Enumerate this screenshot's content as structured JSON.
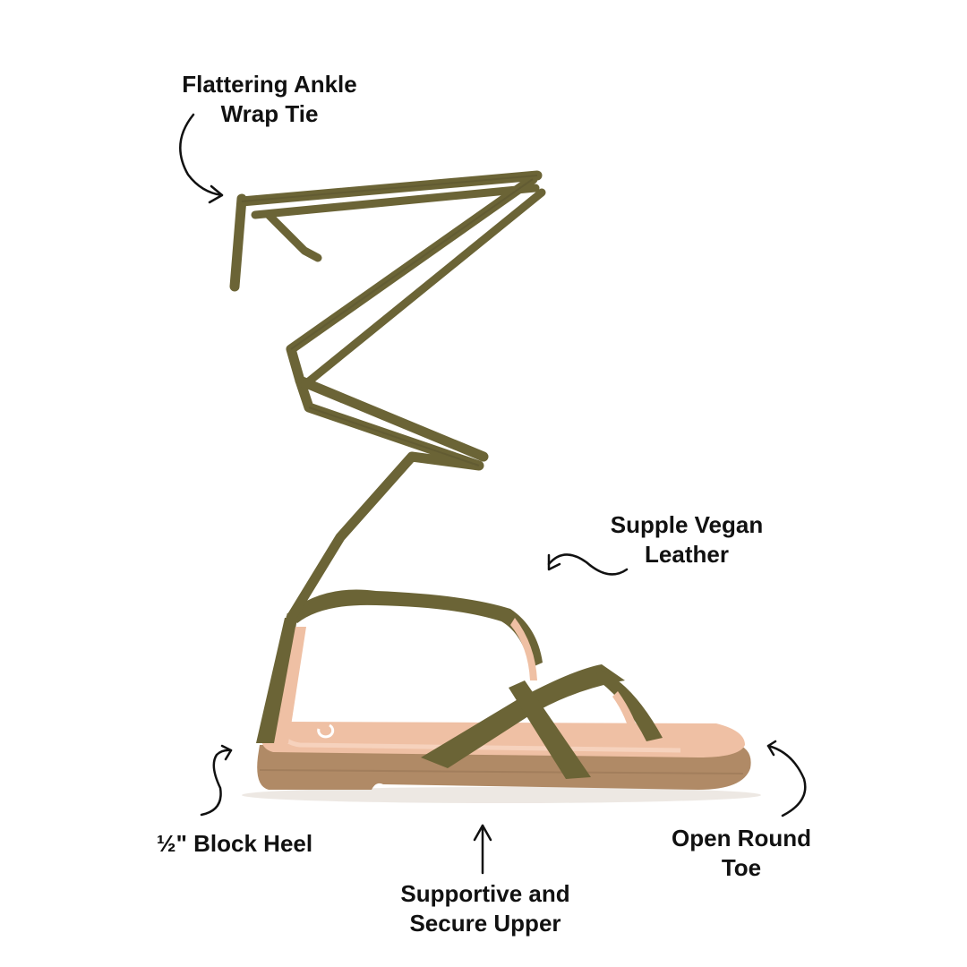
{
  "image": {
    "type": "product-feature-callout",
    "subject": "lace-up ankle wrap flat sandal",
    "colors": {
      "background": "#ffffff",
      "strap_olive": "#6b6436",
      "strap_olive_dark": "#5a5430",
      "footbed_pink": "#efc0a4",
      "footbed_light": "#f6d2bd",
      "sole_tan": "#b08a66",
      "sole_dark": "#9a7655",
      "text": "#111111"
    }
  },
  "callouts": [
    {
      "id": "ankle-wrap",
      "lines": [
        "Flattering Ankle",
        "Wrap Tie"
      ]
    },
    {
      "id": "vegan-leather",
      "lines": [
        "Supple Vegan",
        "Leather"
      ]
    },
    {
      "id": "block-heel",
      "lines": [
        "½\" Block Heel"
      ]
    },
    {
      "id": "upper",
      "lines": [
        "Supportive and",
        "Secure Upper"
      ]
    },
    {
      "id": "toe",
      "lines": [
        "Open Round",
        "Toe"
      ]
    }
  ]
}
